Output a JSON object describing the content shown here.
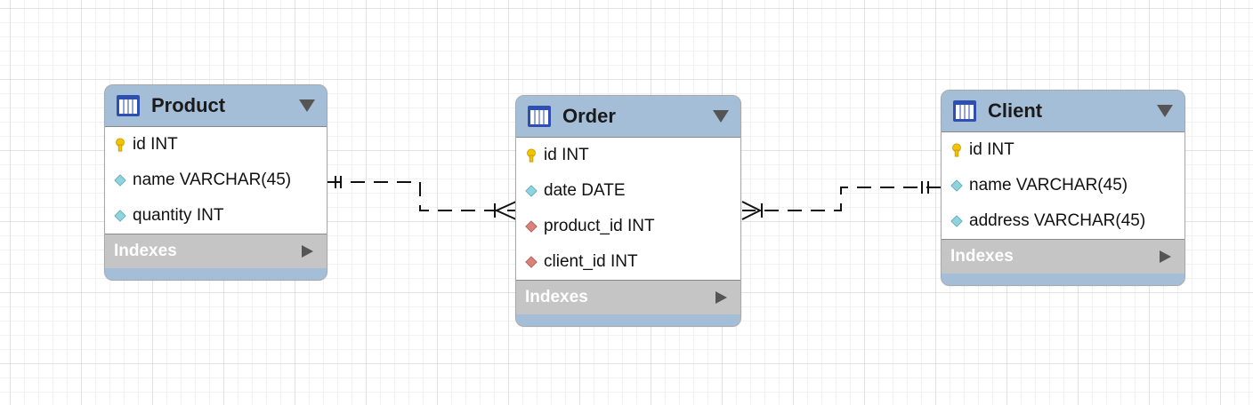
{
  "tables": {
    "product": {
      "title": "Product",
      "columns": [
        {
          "text": "id INT",
          "icon": "primary-key-icon"
        },
        {
          "text": "name VARCHAR(45)",
          "icon": "column-diamond-icon"
        },
        {
          "text": "quantity INT",
          "icon": "column-diamond-icon"
        }
      ],
      "indexes_label": "Indexes"
    },
    "order": {
      "title": "Order",
      "columns": [
        {
          "text": "id INT",
          "icon": "primary-key-icon"
        },
        {
          "text": "date DATE",
          "icon": "column-diamond-icon"
        },
        {
          "text": "product_id INT",
          "icon": "foreign-key-diamond-icon"
        },
        {
          "text": "client_id INT",
          "icon": "foreign-key-diamond-icon"
        }
      ],
      "indexes_label": "Indexes"
    },
    "client": {
      "title": "Client",
      "columns": [
        {
          "text": "id INT",
          "icon": "primary-key-icon"
        },
        {
          "text": "name VARCHAR(45)",
          "icon": "column-diamond-icon"
        },
        {
          "text": "address VARCHAR(45)",
          "icon": "column-diamond-icon"
        }
      ],
      "indexes_label": "Indexes"
    }
  },
  "relationships": [
    {
      "from": "Product",
      "to": "Order",
      "from_cardinality": "one-and-only-one",
      "to_cardinality": "one-or-many",
      "style": "dashed"
    },
    {
      "from": "Client",
      "to": "Order",
      "from_cardinality": "one-and-only-one",
      "to_cardinality": "one-or-many",
      "style": "dashed"
    }
  ],
  "colors": {
    "header": "#a5bed8",
    "indexes_bar": "#c5c5c5",
    "primary_key": "#f2c400",
    "column_diamond": "#8fd3de",
    "foreign_key": "#d9827a"
  }
}
